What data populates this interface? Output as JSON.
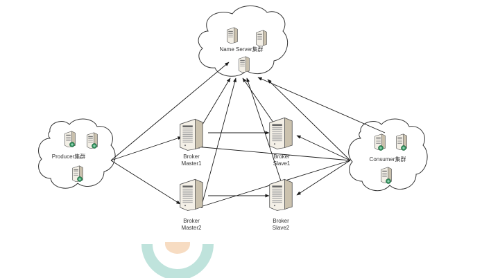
{
  "clusters": {
    "name_server": "Name Server集群",
    "producer": "Producer集群",
    "consumer": "Consumer集群"
  },
  "brokers": {
    "master1": [
      "Broker",
      "Master1"
    ],
    "slave1": [
      "Broker",
      "Slave1"
    ],
    "master2": [
      "Broker",
      "Master2"
    ],
    "slave2": [
      "Broker",
      "Slave2"
    ]
  },
  "colors": {
    "line": "#1a1a1a",
    "cloud_stroke": "#333333",
    "server_body": "#f0ece2",
    "server_side": "#c8c0ae",
    "badge_green": "#2e8b57",
    "watermark_teal": "#bfe3dc",
    "watermark_orange": "#f7dcc2"
  },
  "icons": [
    "server-icon",
    "server-green-badge-icon",
    "cloud-shape"
  ]
}
